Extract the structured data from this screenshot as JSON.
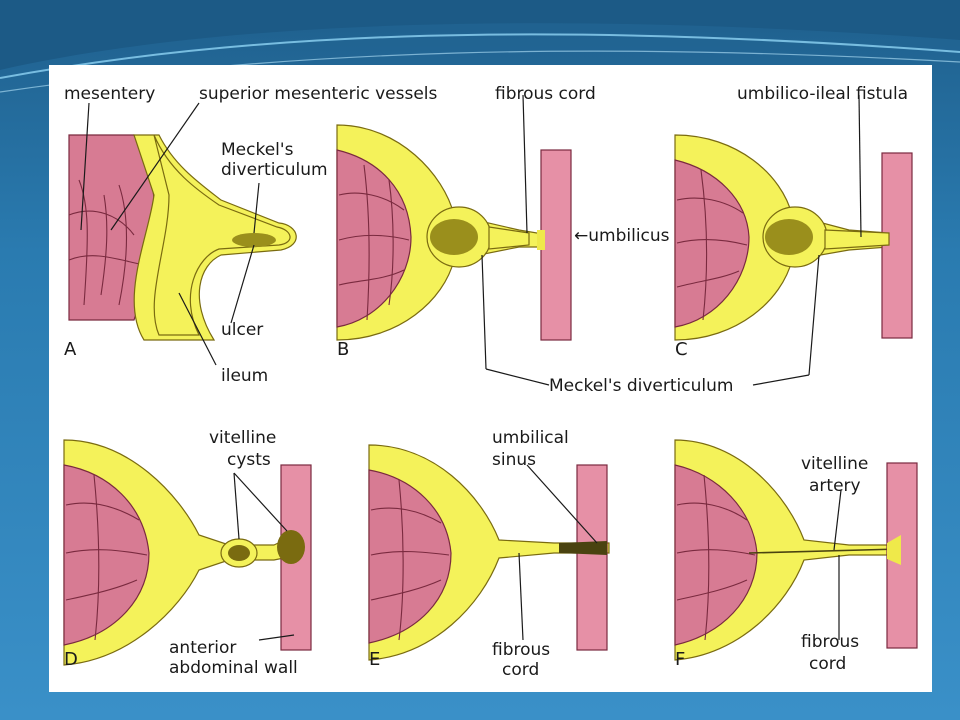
{
  "slide": {
    "background": "#2a7bb0",
    "swoosh_color": "#8fd3f4"
  },
  "figure": {
    "colors": {
      "intestine": "#f4f25a",
      "mesentery": "#d77b93",
      "abdominal_wall": "#e690a6"
    },
    "panels": [
      {
        "id": "A",
        "letter": "A",
        "labels": {
          "mesentery": "mesentery",
          "superior_mesenteric_vessels": "superior  mesenteric  vessels",
          "meckels_1": "Meckel's",
          "meckels_2": "diverticulum",
          "ulcer": "ulcer",
          "ileum": "ileum"
        }
      },
      {
        "id": "B",
        "letter": "B",
        "labels": {
          "fibrous_cord": "fibrous cord",
          "umbilicus": "←umbilicus"
        }
      },
      {
        "id": "C",
        "letter": "C",
        "labels": {
          "umbilico_ileal_fistula": "umbilico-ileal  fistula"
        }
      },
      {
        "id": "D",
        "letter": "D",
        "labels": {
          "vitelline_1": "vitelline",
          "cysts": "cysts",
          "anterior": "anterior",
          "abdominal_wall": "abdominal wall"
        }
      },
      {
        "id": "E",
        "letter": "E",
        "labels": {
          "umbilical": "umbilical",
          "sinus": "sinus",
          "fibrous": "fibrous",
          "cord": "cord"
        }
      },
      {
        "id": "F",
        "letter": "F",
        "labels": {
          "vitelline": "vitelline",
          "artery": "artery",
          "fibrous": "fibrous",
          "cord": "cord"
        }
      }
    ],
    "shared_label": "Meckel's  diverticulum"
  }
}
